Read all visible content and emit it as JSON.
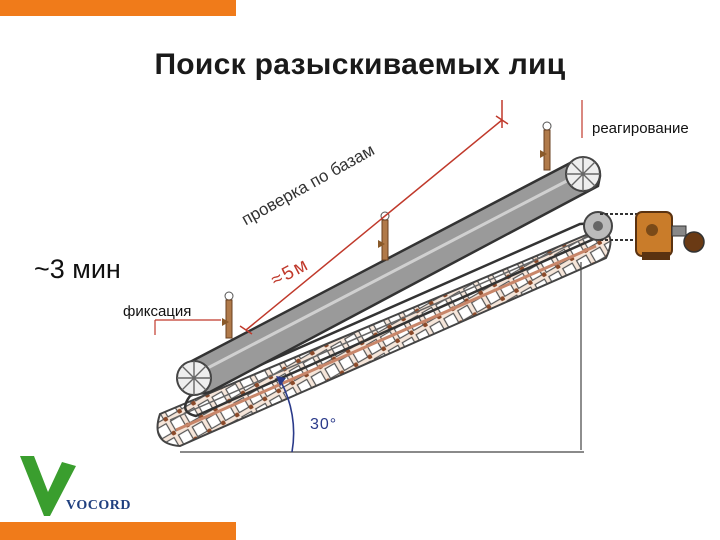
{
  "title": "Поиск разыскиваемых лиц",
  "labels": {
    "time": "~3 мин",
    "fixation": "фиксация",
    "reaction": "реагирование",
    "check": "проверка по базам",
    "distance": "≈5м",
    "angle": "30°"
  },
  "logo": {
    "text": "VOCORD"
  },
  "colors": {
    "accent_orange": "#f07b1a",
    "logo_green": "#3a9e2e",
    "logo_blue": "#1f3f7f",
    "distance_red": "#c0392b",
    "angle_blue": "#2a3a8a"
  }
}
